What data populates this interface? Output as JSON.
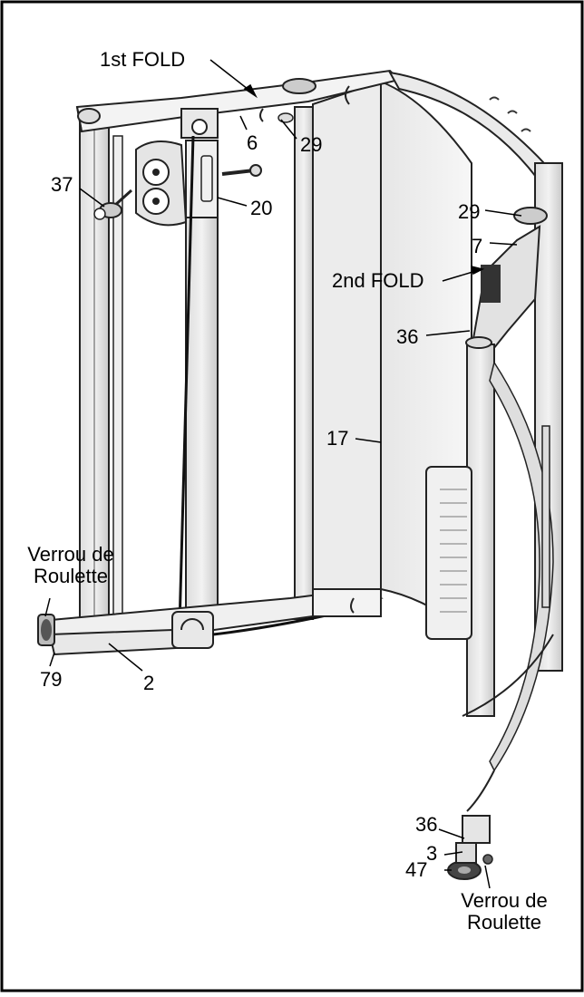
{
  "labels": {
    "fold1": "1st FOLD",
    "fold2": "2nd FOLD",
    "p6": "6",
    "p29_top": "29",
    "p29_right": "29",
    "p37": "37",
    "p20": "20",
    "p7": "7",
    "p36_top": "36",
    "p36_bottom": "36",
    "p17": "17",
    "p2": "2",
    "p79": "79",
    "p3": "3",
    "p47": "47",
    "lock_left_line1": "Verrou de",
    "lock_left_line2": "Roulette",
    "lock_right_line1": "Verrou de",
    "lock_right_line2": "Roulette"
  }
}
